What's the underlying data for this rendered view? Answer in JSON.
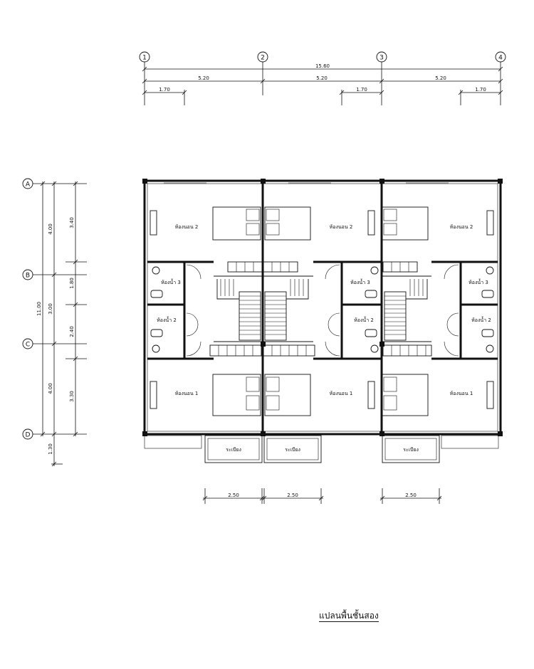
{
  "grid_x": {
    "labels": [
      "1",
      "2",
      "3",
      "4"
    ]
  },
  "grid_y": {
    "labels": [
      "A",
      "B",
      "C",
      "D"
    ]
  },
  "dims_top": {
    "overall": "15.60",
    "bays": [
      "5.20",
      "5.20",
      "5.20"
    ],
    "sub": [
      "1.70",
      "1.70",
      "1.70"
    ]
  },
  "dims_left": {
    "overall": "11.00",
    "major": [
      "4.00",
      "3.00",
      "4.00",
      "1.30"
    ],
    "minor": [
      "3.40",
      "1.80",
      "2.40",
      "3.30"
    ]
  },
  "dims_bottom": [
    "2.50",
    "2.50",
    "2.50"
  ],
  "rooms": {
    "bedroom2": "ห้องนอน 2",
    "bedroom1": "ห้องนอน 1",
    "bath3": "ห้องน้ำ 3",
    "bath2": "ห้องน้ำ 2",
    "balcony": "ระเบียง"
  },
  "title": "แปลนพื้นชั้นสอง"
}
